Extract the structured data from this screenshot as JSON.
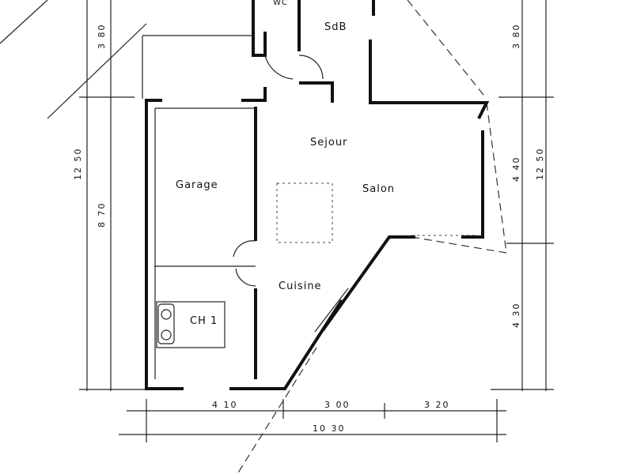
{
  "rooms": {
    "wc": "WC",
    "sdb": "SdB",
    "sejour": "Sejour",
    "salon": "Salon",
    "garage": "Garage",
    "cuisine": "Cuisine",
    "ch1": "CH 1"
  },
  "dimensions": {
    "left_top": "3 80",
    "left_total": "12 50",
    "left_lower": "8 70",
    "right_top": "3 80",
    "right_mid": "4 40",
    "right_total": "12 50",
    "right_lower": "4 30",
    "bottom_1": "4 10",
    "bottom_2": "3 00",
    "bottom_3": "3 20",
    "bottom_total": "10 30"
  }
}
